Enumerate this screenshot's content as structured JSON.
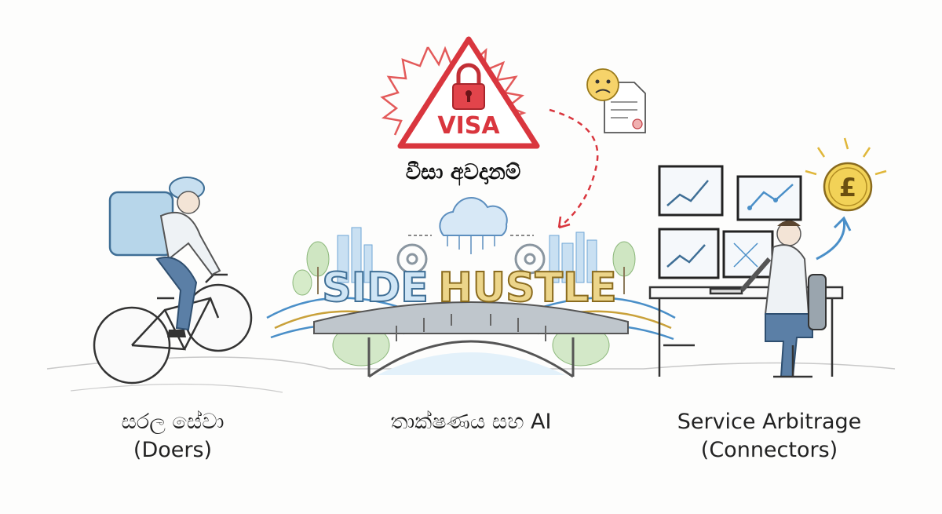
{
  "visa_warning": {
    "badge_text": "VISA",
    "caption": "වීසා අවදානම්"
  },
  "center": {
    "banner_left": "SIDE",
    "banner_right": "HUSTLE",
    "caption": "තාක්ෂණය සහ AI"
  },
  "left": {
    "caption_line1": "සරල සේවා",
    "caption_line2": "(Doers)"
  },
  "right": {
    "caption_line1": "Service Arbitrage",
    "caption_line2": "(Connectors)",
    "coin_symbol": "£"
  },
  "icons": [
    "lock-icon",
    "warning-triangle-icon",
    "sad-face-icon",
    "document-icon",
    "cloud-icon",
    "gear-icon",
    "pound-coin-icon",
    "bicycle-icon",
    "bridge-icon",
    "monitor-icon",
    "arrow-icon"
  ],
  "colors": {
    "warning_red": "#d9363e",
    "gold": "#c9a13a",
    "tech_blue": "#4a8fc8",
    "bg": "#fdfdfc"
  }
}
